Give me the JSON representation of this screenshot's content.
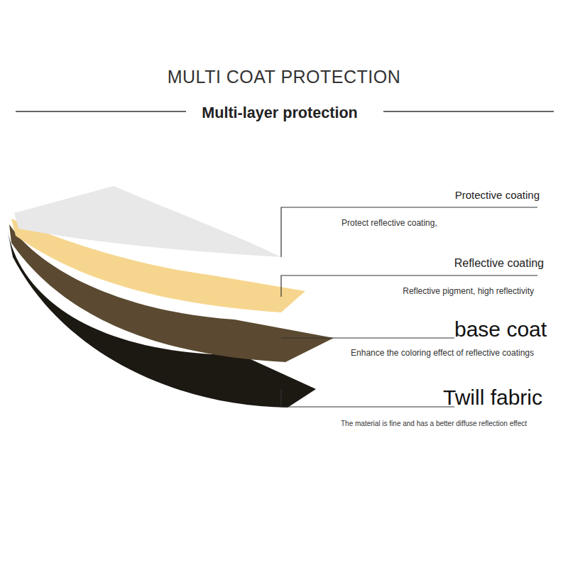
{
  "diagram": {
    "title": "MULTI COAT PROTECTION",
    "labels": [
      "Multi-layer protection",
      "Protective coating",
      "Protect reflective coating,",
      "Reflective coating",
      "Reflective pigment, high reflectivity",
      "base coat",
      "Enhance the coloring effect of reflective coatings",
      "Twill fabric",
      "The material is fine and has a better diffuse reflection effect"
    ]
  }
}
